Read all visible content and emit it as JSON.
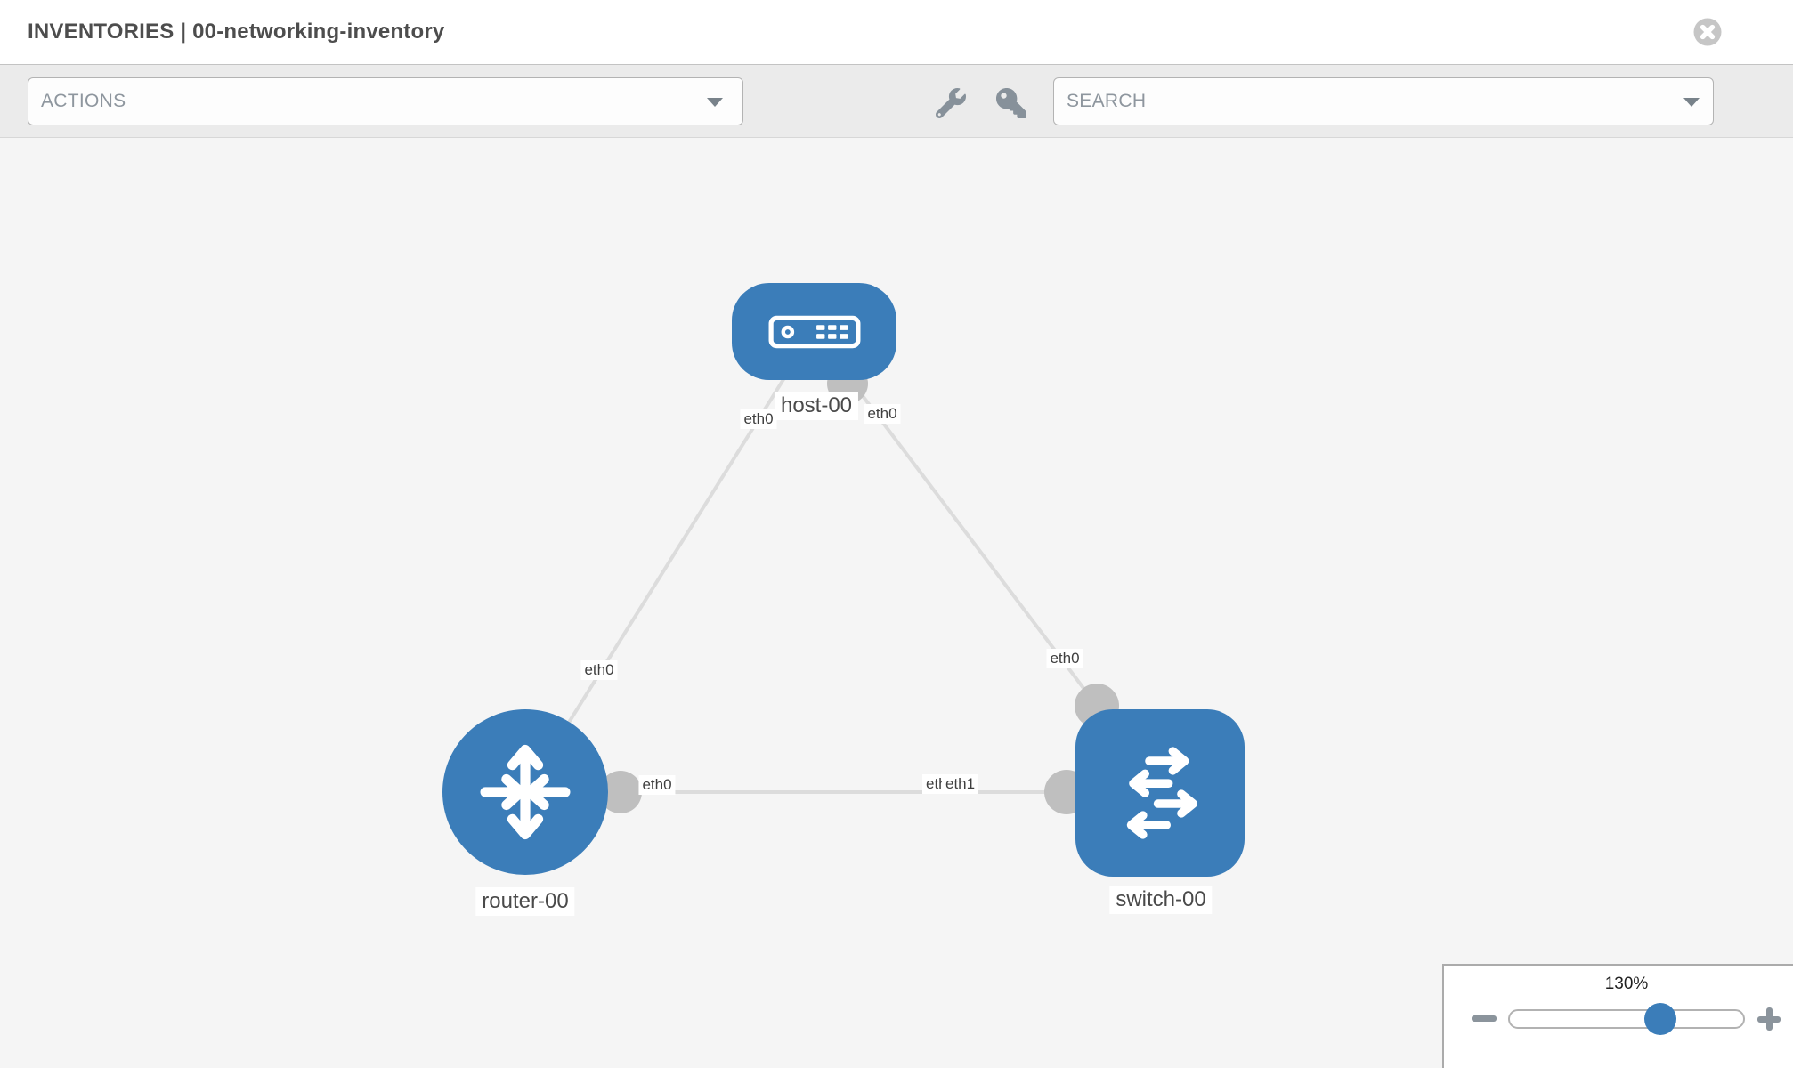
{
  "header": {
    "title": "INVENTORIES | 00-networking-inventory"
  },
  "toolbar": {
    "actions_label": "ACTIONS",
    "search_label": "SEARCH"
  },
  "zoom_control": {
    "level": "130%"
  },
  "colors": {
    "node_blue": "#3b7db9",
    "link_gray": "#dcdcdc",
    "connector_gray": "#bfbfbf",
    "canvas_bg": "#f5f5f5",
    "toolbar_bg": "#ebebeb"
  },
  "topology": {
    "nodes": [
      {
        "label": "host-00",
        "type": "host"
      },
      {
        "label": "router-00",
        "type": "router"
      },
      {
        "label": "switch-00",
        "type": "switch"
      }
    ],
    "links": [
      {
        "from": "host-00",
        "to": "router-00",
        "from_if": "eth0",
        "to_if": "eth0"
      },
      {
        "from": "host-00",
        "to": "switch-00",
        "from_if": "eth0",
        "to_if": "eth0"
      },
      {
        "from": "router-00",
        "to": "switch-00",
        "from_if": "eth0",
        "to_if": "eth1"
      }
    ],
    "interface_labels": {
      "host_left": "eth0",
      "host_right": "eth0",
      "router_top_link": "eth0",
      "router_right": "eth0",
      "switch_left_back": "eth0",
      "switch_left_front": "eth1",
      "switch_top": "eth0"
    }
  }
}
